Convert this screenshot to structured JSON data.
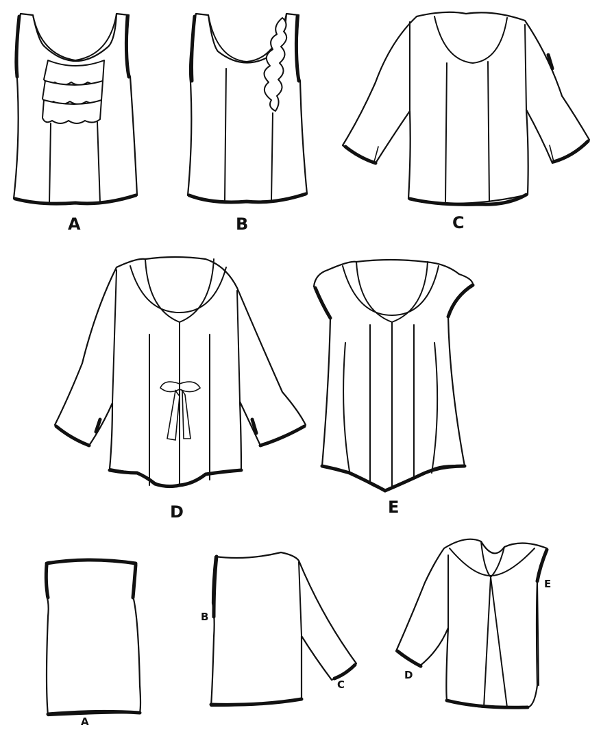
{
  "labels": {
    "view_a": "A",
    "view_b": "B",
    "view_c": "C",
    "view_d": "D",
    "view_e": "E",
    "back_a": "A",
    "back_b": "B",
    "back_c": "C",
    "back_d": "D",
    "back_e": "E"
  },
  "colors": {
    "line": "#111111",
    "background": "#ffffff"
  }
}
